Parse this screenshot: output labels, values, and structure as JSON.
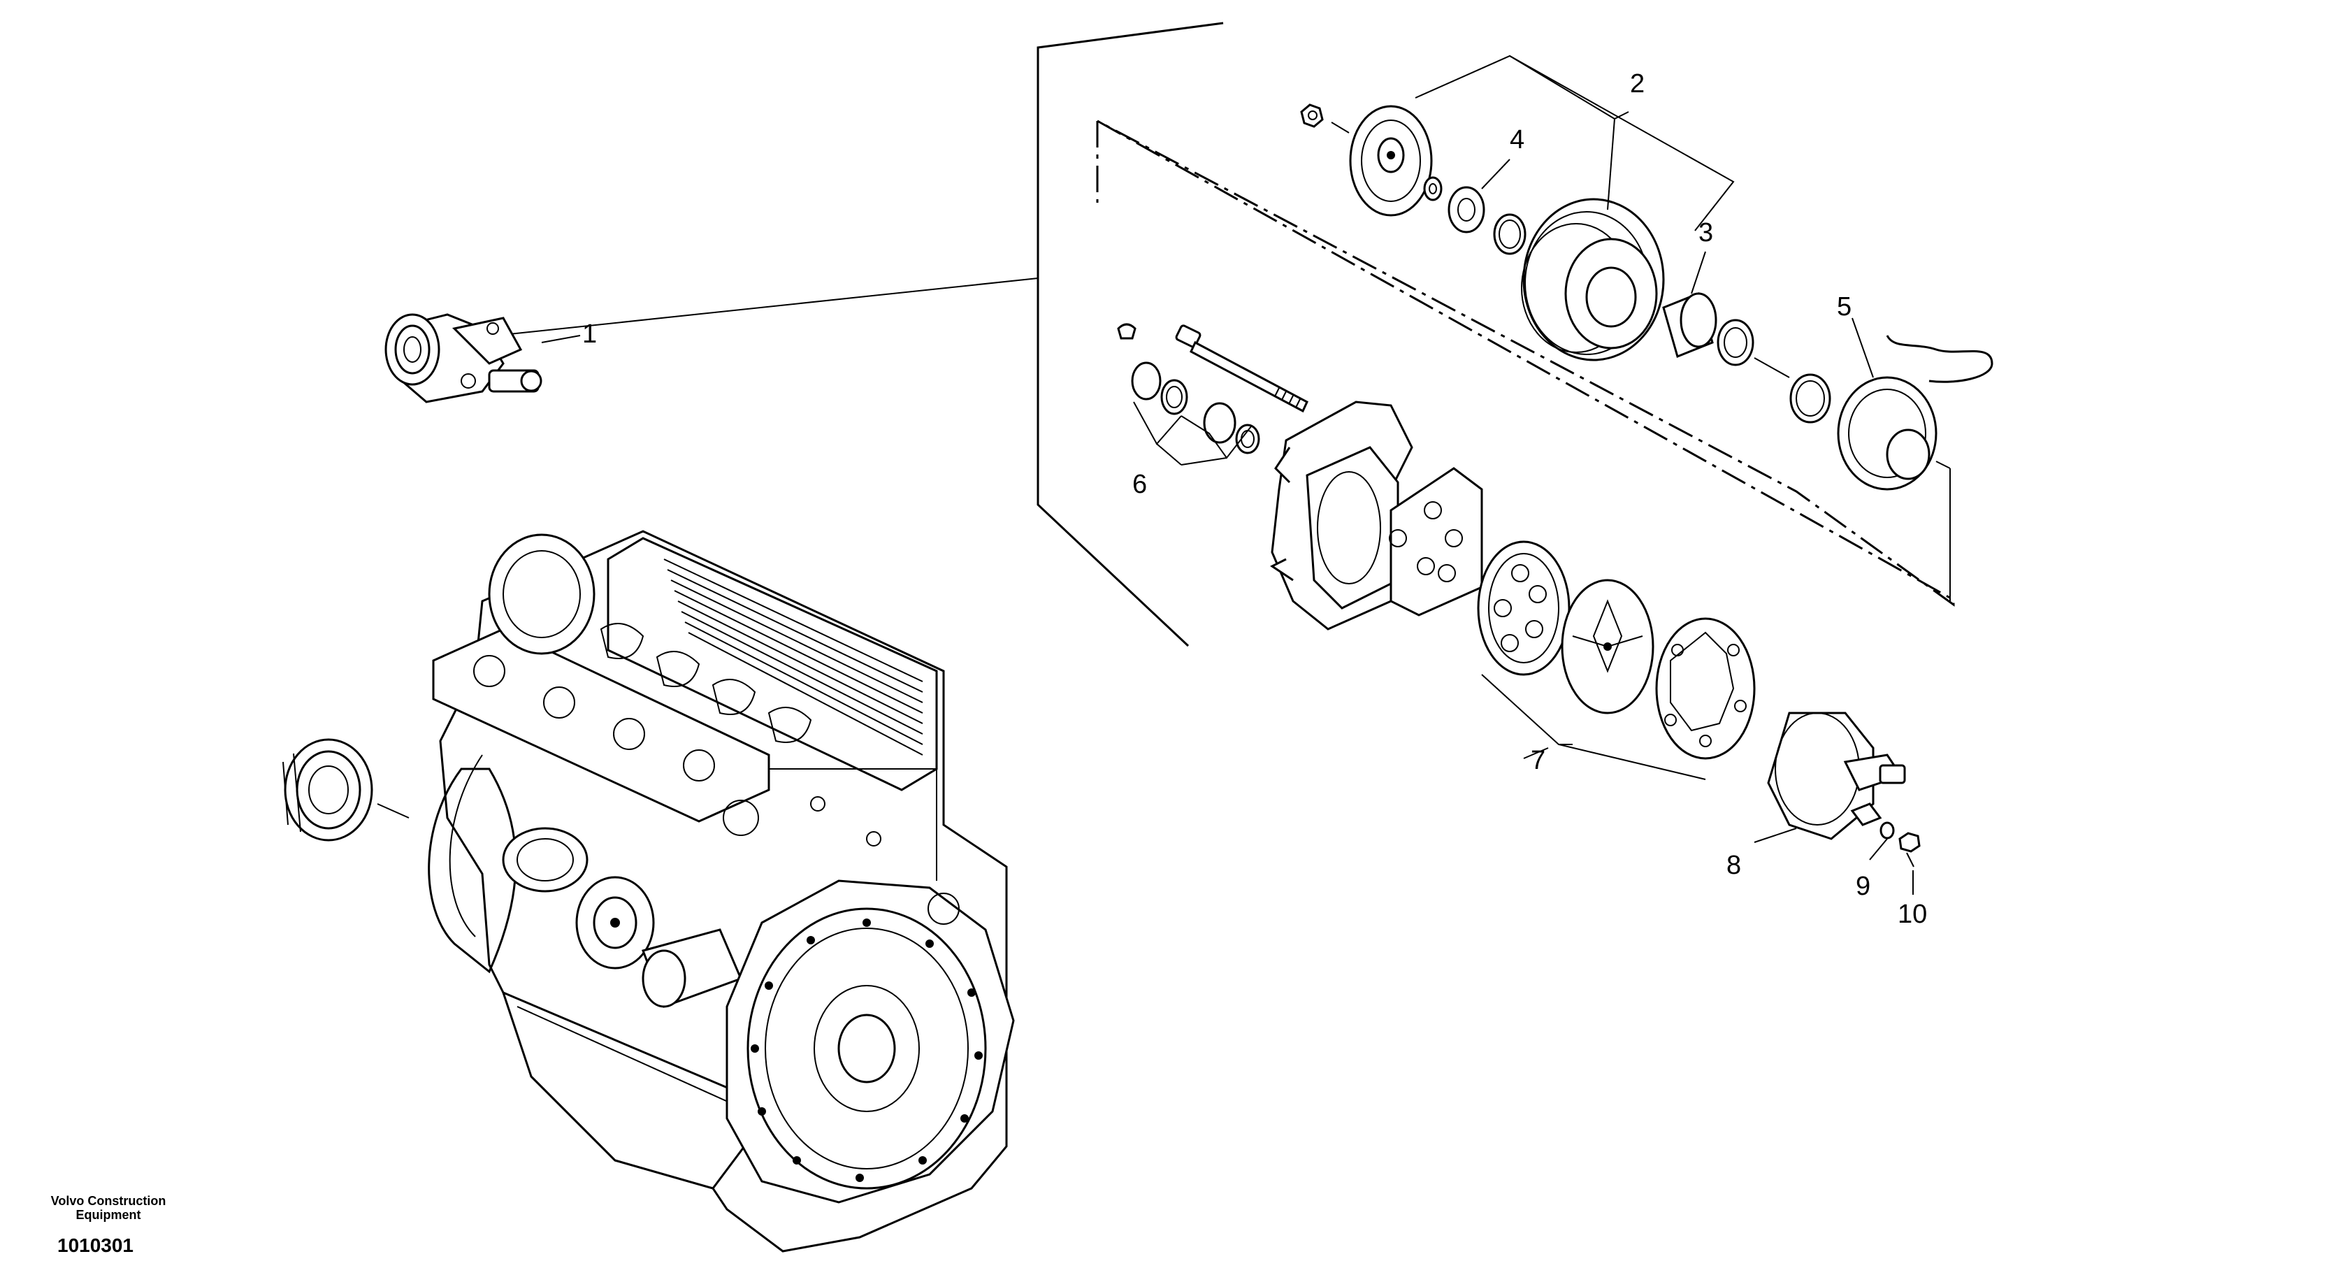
{
  "callouts": [
    {
      "id": "1",
      "text": "1"
    },
    {
      "id": "2",
      "text": "2"
    },
    {
      "id": "3",
      "text": "3"
    },
    {
      "id": "4",
      "text": "4"
    },
    {
      "id": "5",
      "text": "5"
    },
    {
      "id": "6",
      "text": "6"
    },
    {
      "id": "7",
      "text": "7"
    },
    {
      "id": "8",
      "text": "8"
    },
    {
      "id": "9",
      "text": "9"
    },
    {
      "id": "10",
      "text": "10"
    }
  ],
  "footer": {
    "brand_line1": "Volvo Construction",
    "brand_line2": "Equipment",
    "drawing_code": "1010301"
  }
}
